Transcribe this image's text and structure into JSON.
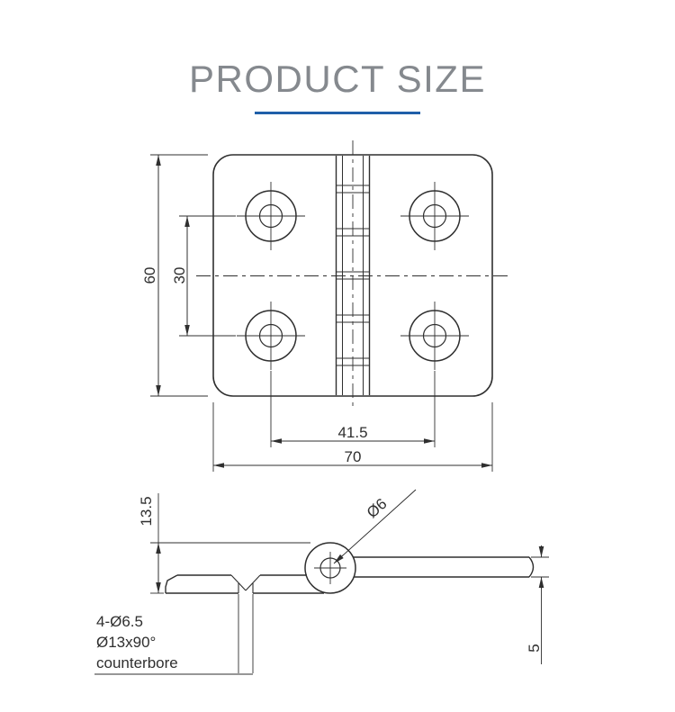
{
  "title": {
    "text": "PRODUCT SIZE"
  },
  "colors": {
    "accent_blue": "#1f5fa9",
    "line": "#2f2f2f",
    "title_gray": "#85898e"
  },
  "front_view": {
    "height": "60",
    "hole_spacing_vertical": "30",
    "hole_spacing_horizontal": "41.5",
    "width": "70"
  },
  "side_view": {
    "total_height": "13.5",
    "pin_hole_diameter": "Ø6",
    "leaf_thickness": "5",
    "hole_callout": {
      "line1": "4-Ø6.5",
      "line2": "Ø13x90°",
      "line3": "counterbore"
    }
  }
}
